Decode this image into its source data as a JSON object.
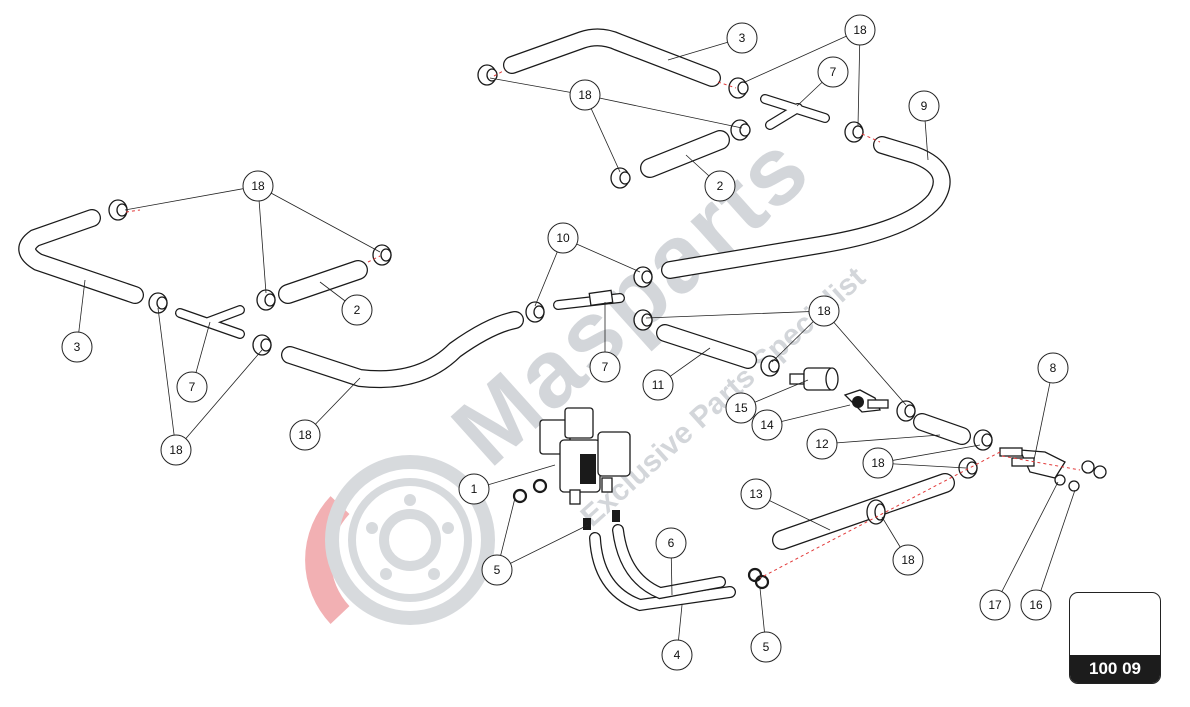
{
  "watermark": {
    "brand": "Masparts",
    "tagline": "Exclusive Parts Specialist",
    "brand_color": "#c9ccd0",
    "accent_color": "#e8525a"
  },
  "diagram": {
    "reference_code": "100 09",
    "callouts": [
      "3",
      "18",
      "7",
      "9",
      "18",
      "2",
      "18",
      "3",
      "2",
      "18",
      "7",
      "18",
      "10",
      "7",
      "11",
      "18",
      "15",
      "14",
      "12",
      "18",
      "8",
      "1",
      "5",
      "13",
      "6",
      "18",
      "4",
      "5",
      "17",
      "16"
    ]
  }
}
